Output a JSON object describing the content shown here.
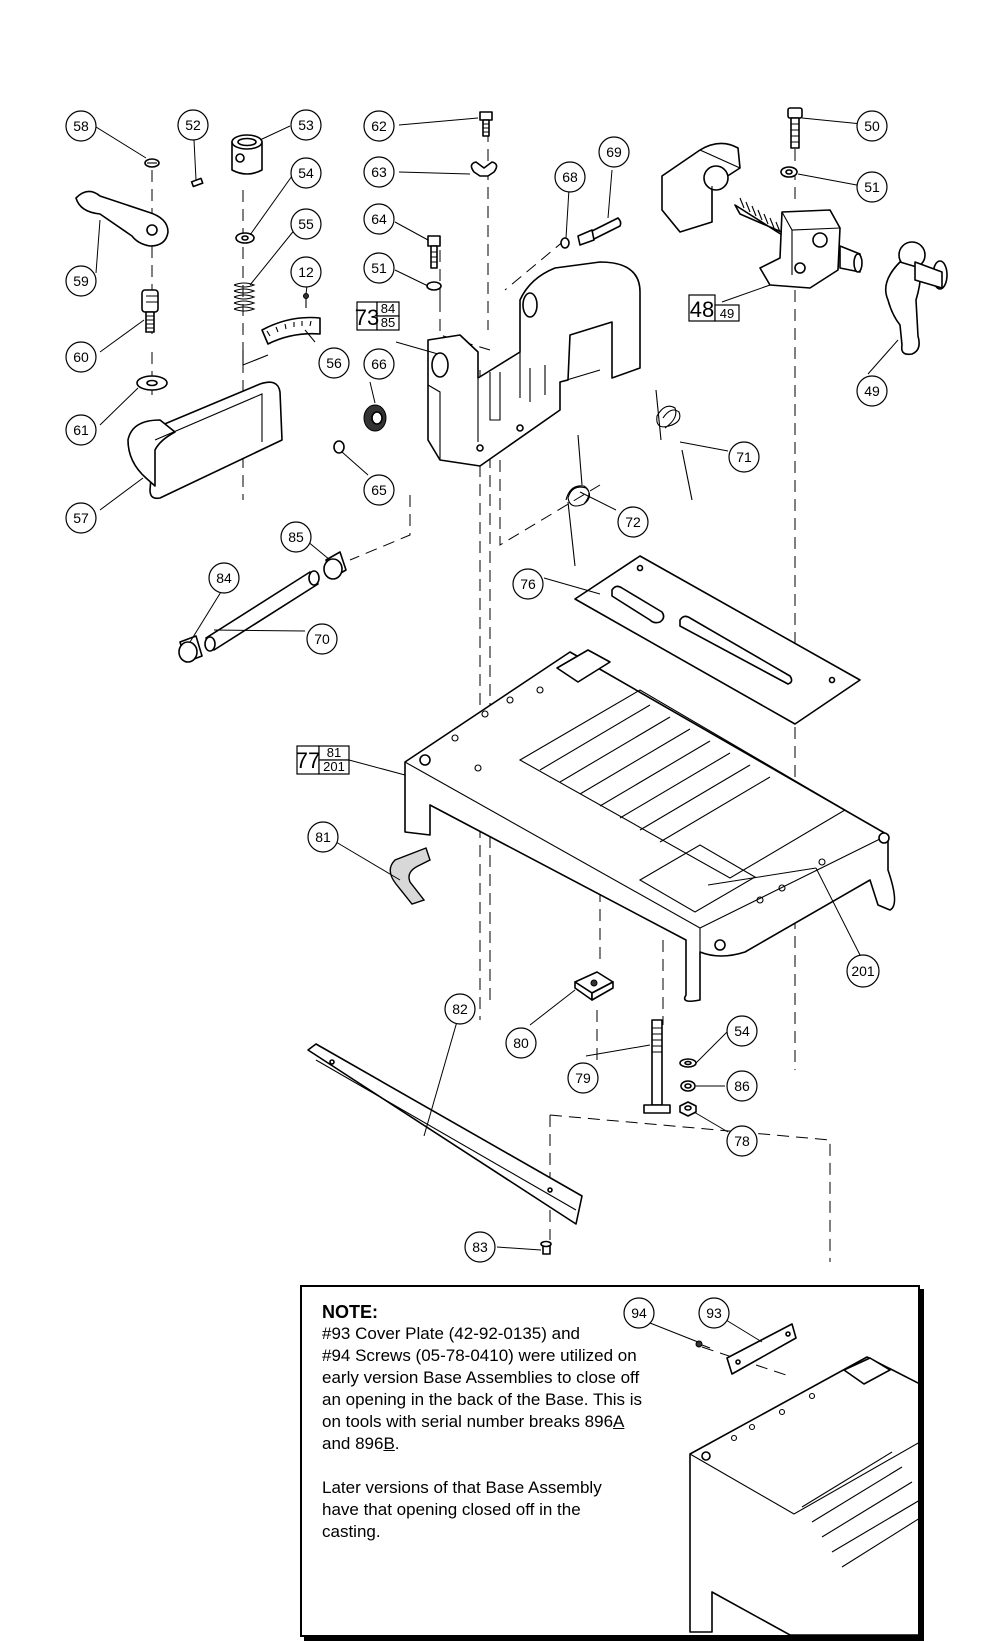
{
  "callouts": {
    "c58": "58",
    "c52": "52",
    "c53": "53",
    "c54a": "54",
    "c55": "55",
    "c12": "12",
    "c59": "59",
    "c60": "60",
    "c56": "56",
    "c61": "61",
    "c57": "57",
    "c62": "62",
    "c63": "63",
    "c64": "64",
    "c51a": "51",
    "c66": "66",
    "c65": "65",
    "c68": "68",
    "c69": "69",
    "c50": "50",
    "c51b": "51",
    "c49": "49",
    "c71": "71",
    "c72": "72",
    "c85": "85",
    "c84": "84",
    "c70": "70",
    "c76": "76",
    "c81": "81",
    "c201": "201",
    "c82": "82",
    "c80": "80",
    "c54b": "54",
    "c79": "79",
    "c86": "86",
    "c78": "78",
    "c83": "83",
    "c94": "94",
    "c93": "93"
  },
  "ref_boxes": {
    "r73": {
      "main": "73",
      "top": "84",
      "bottom": "85"
    },
    "r48": {
      "main": "48",
      "top": "",
      "bottom": "49"
    },
    "r77": {
      "main": "77",
      "top": "81",
      "bottom": "201"
    }
  },
  "note": {
    "title": "NOTE:",
    "line1": "#93 Cover Plate (42-92-0135) and",
    "line2": "#94 Screws (05-78-0410) were utilized on",
    "line3": "early version Base Assemblies to close off",
    "line4": "an opening in the back of the Base. This is",
    "line5_pre": "on tools with serial number breaks 896",
    "line5_u": "A",
    "line6_pre": "and 896",
    "line6_u": "B",
    "line6_post": ".",
    "para2_l1": "Later versions of that Base Assembly",
    "para2_l2": "have that opening closed off in the",
    "para2_l3": "casting."
  }
}
